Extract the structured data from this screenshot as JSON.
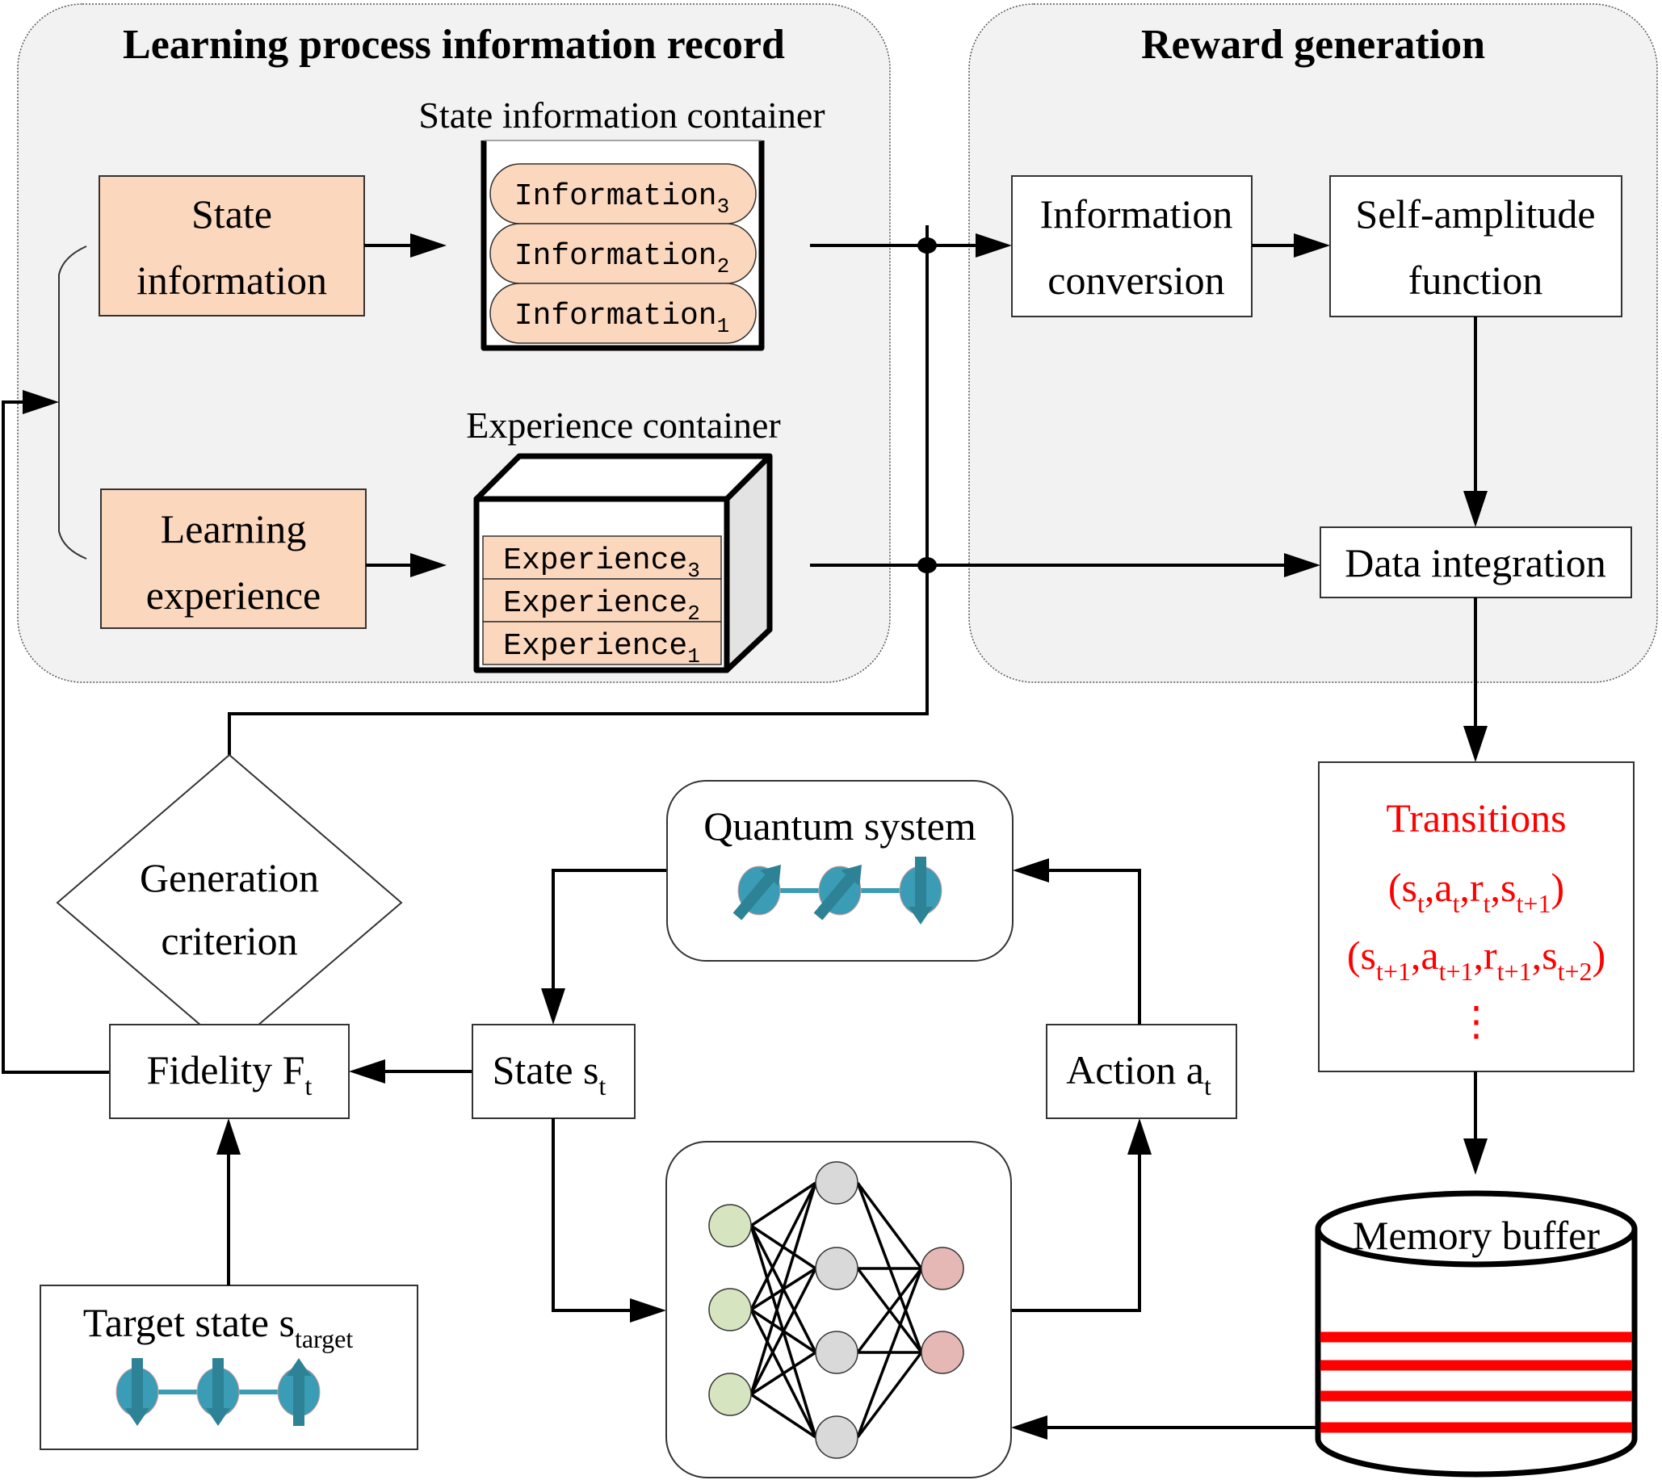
{
  "figure": {
    "panels": {
      "learning_record": {
        "title": "Learning process information record"
      },
      "reward_generation": {
        "title": "Reward generation"
      }
    },
    "state_information": {
      "line1": "State",
      "line2": "information"
    },
    "learning_experience": {
      "line1": "Learning",
      "line2": "experience"
    },
    "state_container": {
      "title": "State information container",
      "items": [
        {
          "base": "Information",
          "sub": "3"
        },
        {
          "base": "Information",
          "sub": "2"
        },
        {
          "base": "Information",
          "sub": "1"
        }
      ]
    },
    "experience_container": {
      "title": "Experience container",
      "items": [
        {
          "base": "Experience",
          "sub": "3"
        },
        {
          "base": "Experience",
          "sub": "2"
        },
        {
          "base": "Experience",
          "sub": "1"
        }
      ]
    },
    "information_conversion": {
      "line1": "Information",
      "line2": "conversion"
    },
    "self_amplitude": {
      "line1": "Self-amplitude",
      "line2": "function"
    },
    "data_integration": {
      "label": "Data integration"
    },
    "transitions": {
      "title": "Transitions",
      "row1": [
        {
          "base": "(s",
          "sub": "t"
        },
        {
          "base": ",a",
          "sub": "t"
        },
        {
          "base": ",r",
          "sub": "t"
        },
        {
          "base": ",s",
          "sub": "t+1"
        },
        {
          "base": ")",
          "sub": ""
        }
      ],
      "row2": [
        {
          "base": "(s",
          "sub": "t+1"
        },
        {
          "base": ",a",
          "sub": "t+1"
        },
        {
          "base": ",r",
          "sub": "t+1"
        },
        {
          "base": ",s",
          "sub": "t+2"
        },
        {
          "base": ")",
          "sub": ""
        }
      ],
      "ellipsis": "⋮",
      "color": "#ff0000"
    },
    "memory_buffer": {
      "label": "Memory buffer",
      "stripe_color": "#ff0000",
      "stripes": 4
    },
    "generation_criterion": {
      "line1": "Generation",
      "line2": "criterion"
    },
    "quantum_system": {
      "label": "Quantum system",
      "spins": [
        "up-right",
        "up-right",
        "down"
      ]
    },
    "fidelity": {
      "base": "Fidelity F",
      "sub": "t"
    },
    "state": {
      "base": "State s",
      "sub": "t"
    },
    "action": {
      "base": "Action a",
      "sub": "t"
    },
    "target_state": {
      "base": "Target state s",
      "sub": "target",
      "spins": [
        "down",
        "down",
        "up"
      ]
    },
    "neural_network": {
      "layers": [
        3,
        4,
        2
      ],
      "colors": {
        "input": "#d6e4bf",
        "hidden": "#d9d9d9",
        "output": "#e6b8b5"
      }
    },
    "colors": {
      "panel_fill": "#f2f2f2",
      "peach": "#fbd7bd",
      "spin": "#3a9cb5",
      "spin_arrow": "#2d8296",
      "accent_red": "#ff0000"
    }
  }
}
